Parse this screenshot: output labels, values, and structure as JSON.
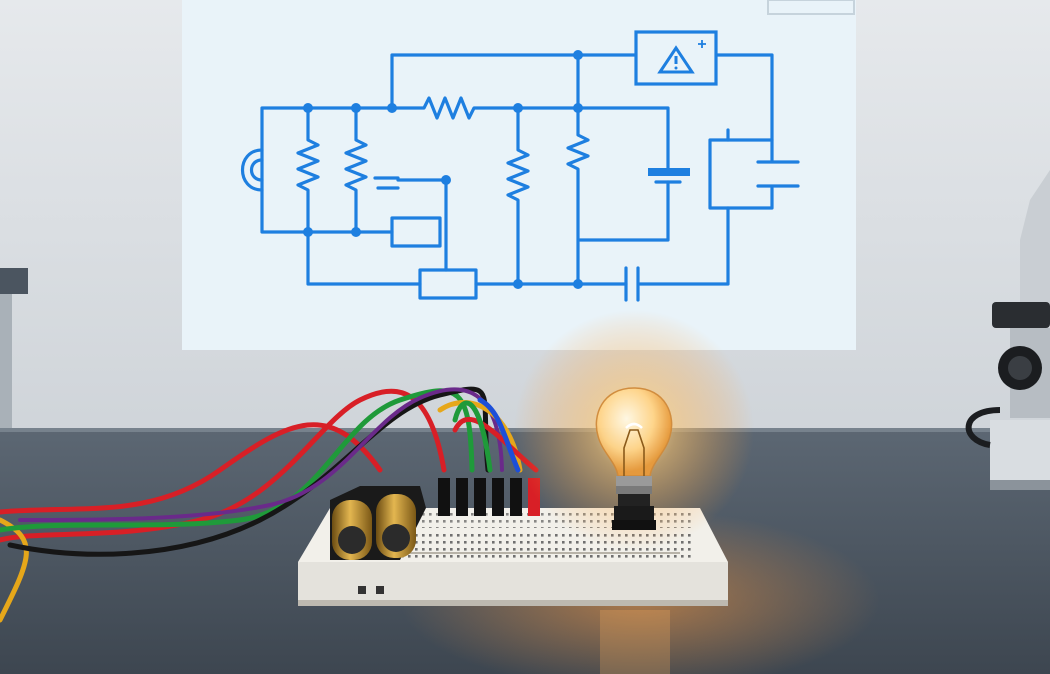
{
  "scene": {
    "colors": {
      "wall": "#dfe3e6",
      "projection_screen": "#e8f2f8",
      "schematic_line": "#1e7fe0",
      "table_surface": "#4f5a66",
      "breadboard": "#ecebe7",
      "bulb_glow": "#ffb347",
      "wire_red": "#d81f26",
      "wire_green": "#1f9a3a",
      "wire_blue": "#1d4fd8",
      "wire_yellow": "#e6a71a",
      "wire_black": "#161616",
      "battery_gold": "#c9962e"
    },
    "objects": [
      "projected-circuit-schematic",
      "breadboard",
      "battery-pack",
      "jumper-wires",
      "glowing-light-bulb",
      "microscope",
      "lab-table"
    ]
  }
}
